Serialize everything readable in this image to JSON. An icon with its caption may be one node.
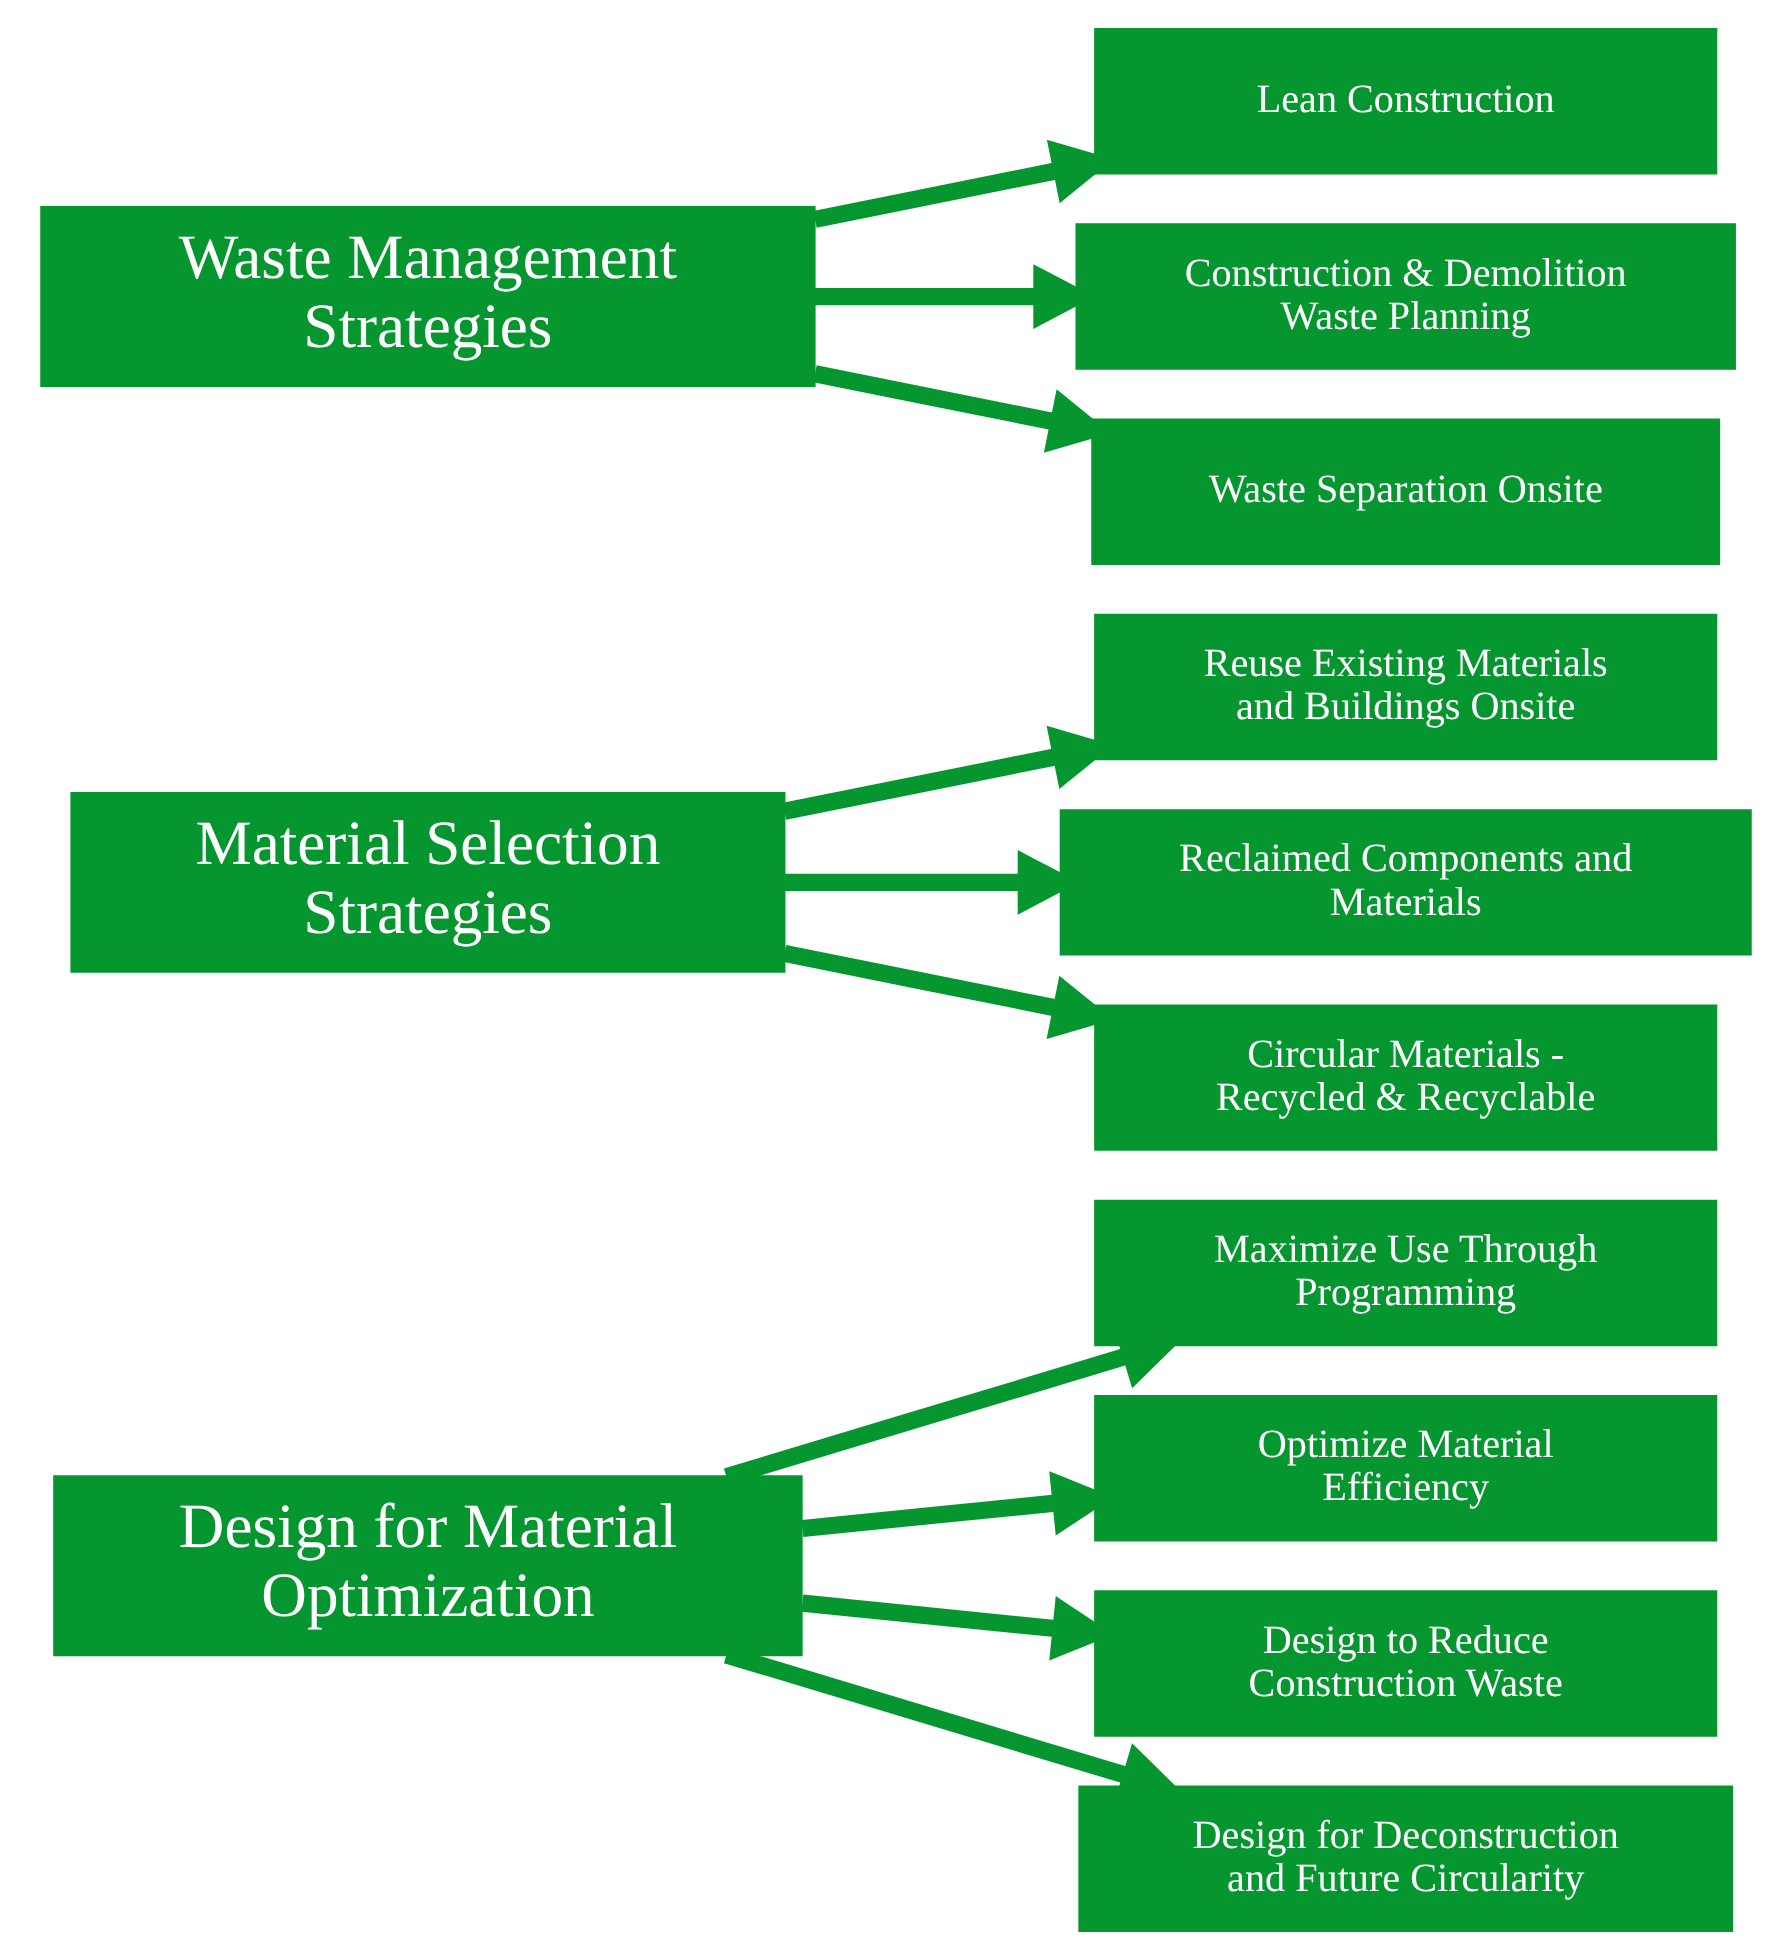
{
  "diagram": {
    "nodes": [
      {
        "text": [
          "Design for Material Optimization"
        ]
      },
      {
        "text": [
          "Maximize Use Through Programming"
        ]
      },
      {
        "text": [
          "Optimize Material Efficiency"
        ]
      },
      {
        "text": [
          "Design to Reduce Construction Waste"
        ]
      },
      {
        "text": [
          "Design for Deconstruction and Future Circularity"
        ]
      },
      {
        "text": [
          "Material Selection Strategies"
        ]
      },
      {
        "text": [
          "Reuse Existing Materials and Buildings Onsite"
        ]
      },
      {
        "text": [
          "Reclaimed Components and Materials"
        ]
      },
      {
        "text": [
          "Circular Materials - Recycled & Recyclable"
        ]
      },
      {
        "text": [
          "Waste Management Strategies"
        ]
      },
      {
        "text": [
          "Lean Construction"
        ]
      },
      {
        "text": [
          "Construction & Demolition Waste Planning"
        ]
      },
      {
        "text": [
          "Waste Separation Onsite"
        ]
      }
    ],
    "edges": [
      {
        "from": 0,
        "to": 1,
        "arrow": "to"
      },
      {
        "from": 0,
        "to": 2,
        "arrow": "to"
      },
      {
        "from": 0,
        "to": 3,
        "arrow": "to"
      },
      {
        "from": 0,
        "to": 4,
        "arrow": "to"
      },
      {
        "from": 5,
        "to": 6,
        "arrow": "to"
      },
      {
        "from": 5,
        "to": 7,
        "arrow": "to"
      },
      {
        "from": 5,
        "to": 8,
        "arrow": "to"
      },
      {
        "from": 9,
        "to": 10,
        "arrow": "to"
      },
      {
        "from": 9,
        "to": 11,
        "arrow": "to"
      },
      {
        "from": 9,
        "to": 12,
        "arrow": "to"
      }
    ]
  }
}
